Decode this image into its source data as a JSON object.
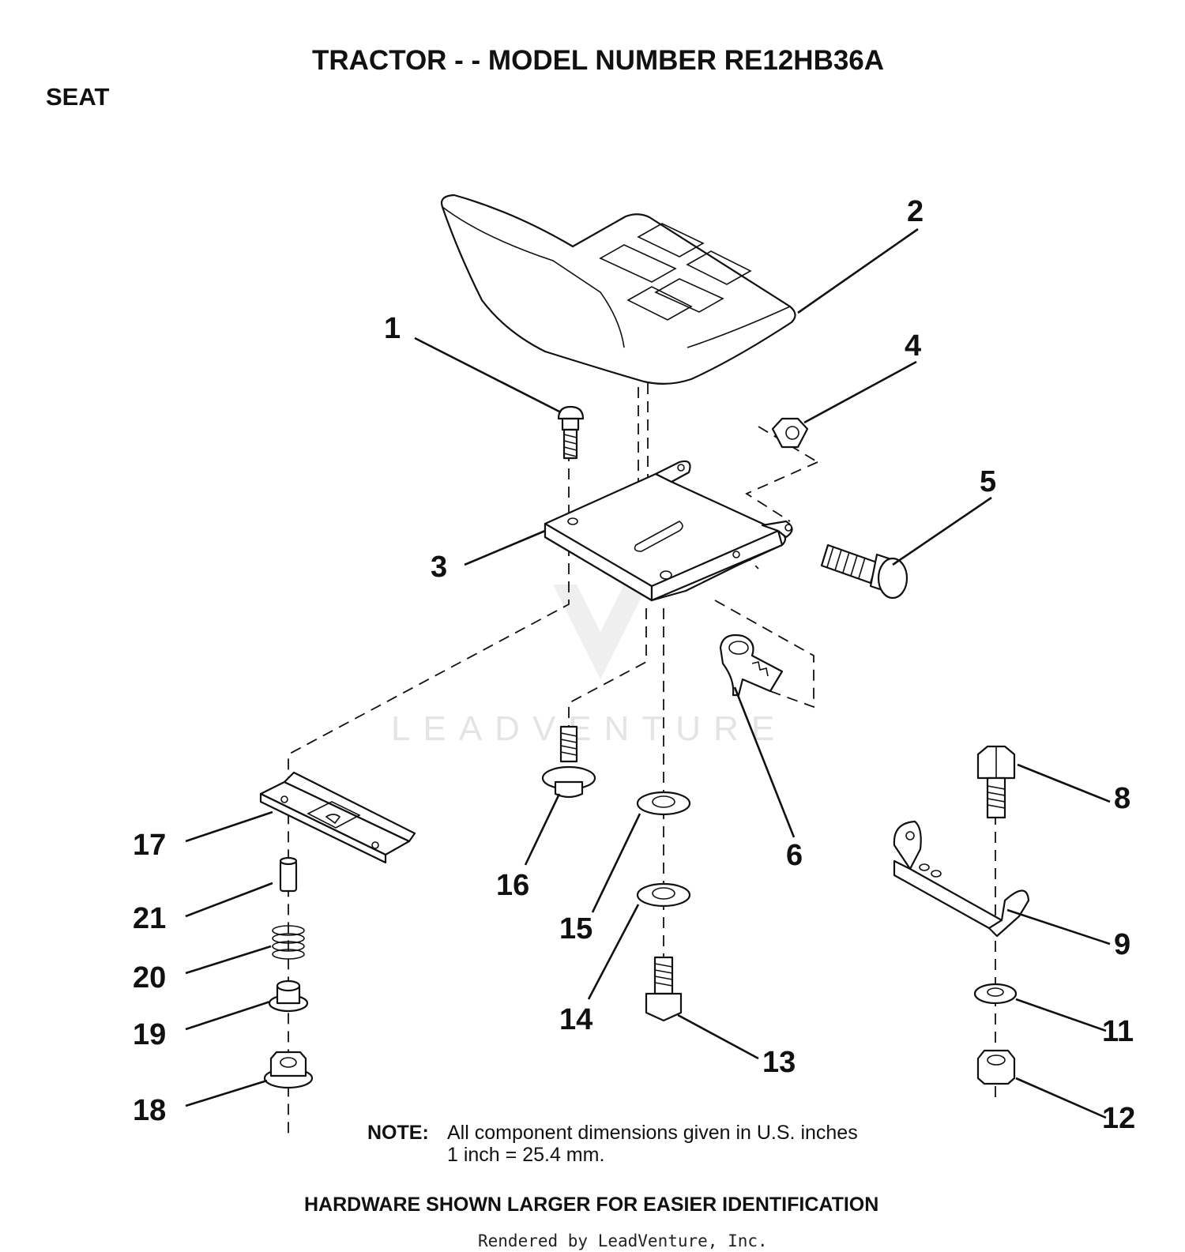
{
  "title": "TRACTOR - - MODEL NUMBER RE12HB36A",
  "section": "SEAT",
  "parts": [
    {
      "ref": "1",
      "part": "carriage-bolt"
    },
    {
      "ref": "2",
      "part": "seat"
    },
    {
      "ref": "3",
      "part": "seat-pan"
    },
    {
      "ref": "4",
      "part": "hex-nut"
    },
    {
      "ref": "5",
      "part": "shoulder-bolt"
    },
    {
      "ref": "6",
      "part": "clip"
    },
    {
      "ref": "8",
      "part": "hex-bolt"
    },
    {
      "ref": "9",
      "part": "bracket"
    },
    {
      "ref": "11",
      "part": "washer"
    },
    {
      "ref": "12",
      "part": "lock-nut"
    },
    {
      "ref": "13",
      "part": "hex-bolt"
    },
    {
      "ref": "14",
      "part": "washer"
    },
    {
      "ref": "15",
      "part": "washer"
    },
    {
      "ref": "16",
      "part": "flange-screw"
    },
    {
      "ref": "17",
      "part": "slide-rail"
    },
    {
      "ref": "18",
      "part": "flange-nut"
    },
    {
      "ref": "19",
      "part": "knob"
    },
    {
      "ref": "20",
      "part": "spring"
    },
    {
      "ref": "21",
      "part": "pin"
    }
  ],
  "note": {
    "label": "NOTE:",
    "line1": "All component dimensions given in U.S. inches",
    "line2": "1 inch = 25.4 mm."
  },
  "footer": "HARDWARE SHOWN LARGER FOR EASIER IDENTIFICATION",
  "rendered_by": "Rendered by LeadVenture, Inc.",
  "watermark": "LEADVENTURE"
}
